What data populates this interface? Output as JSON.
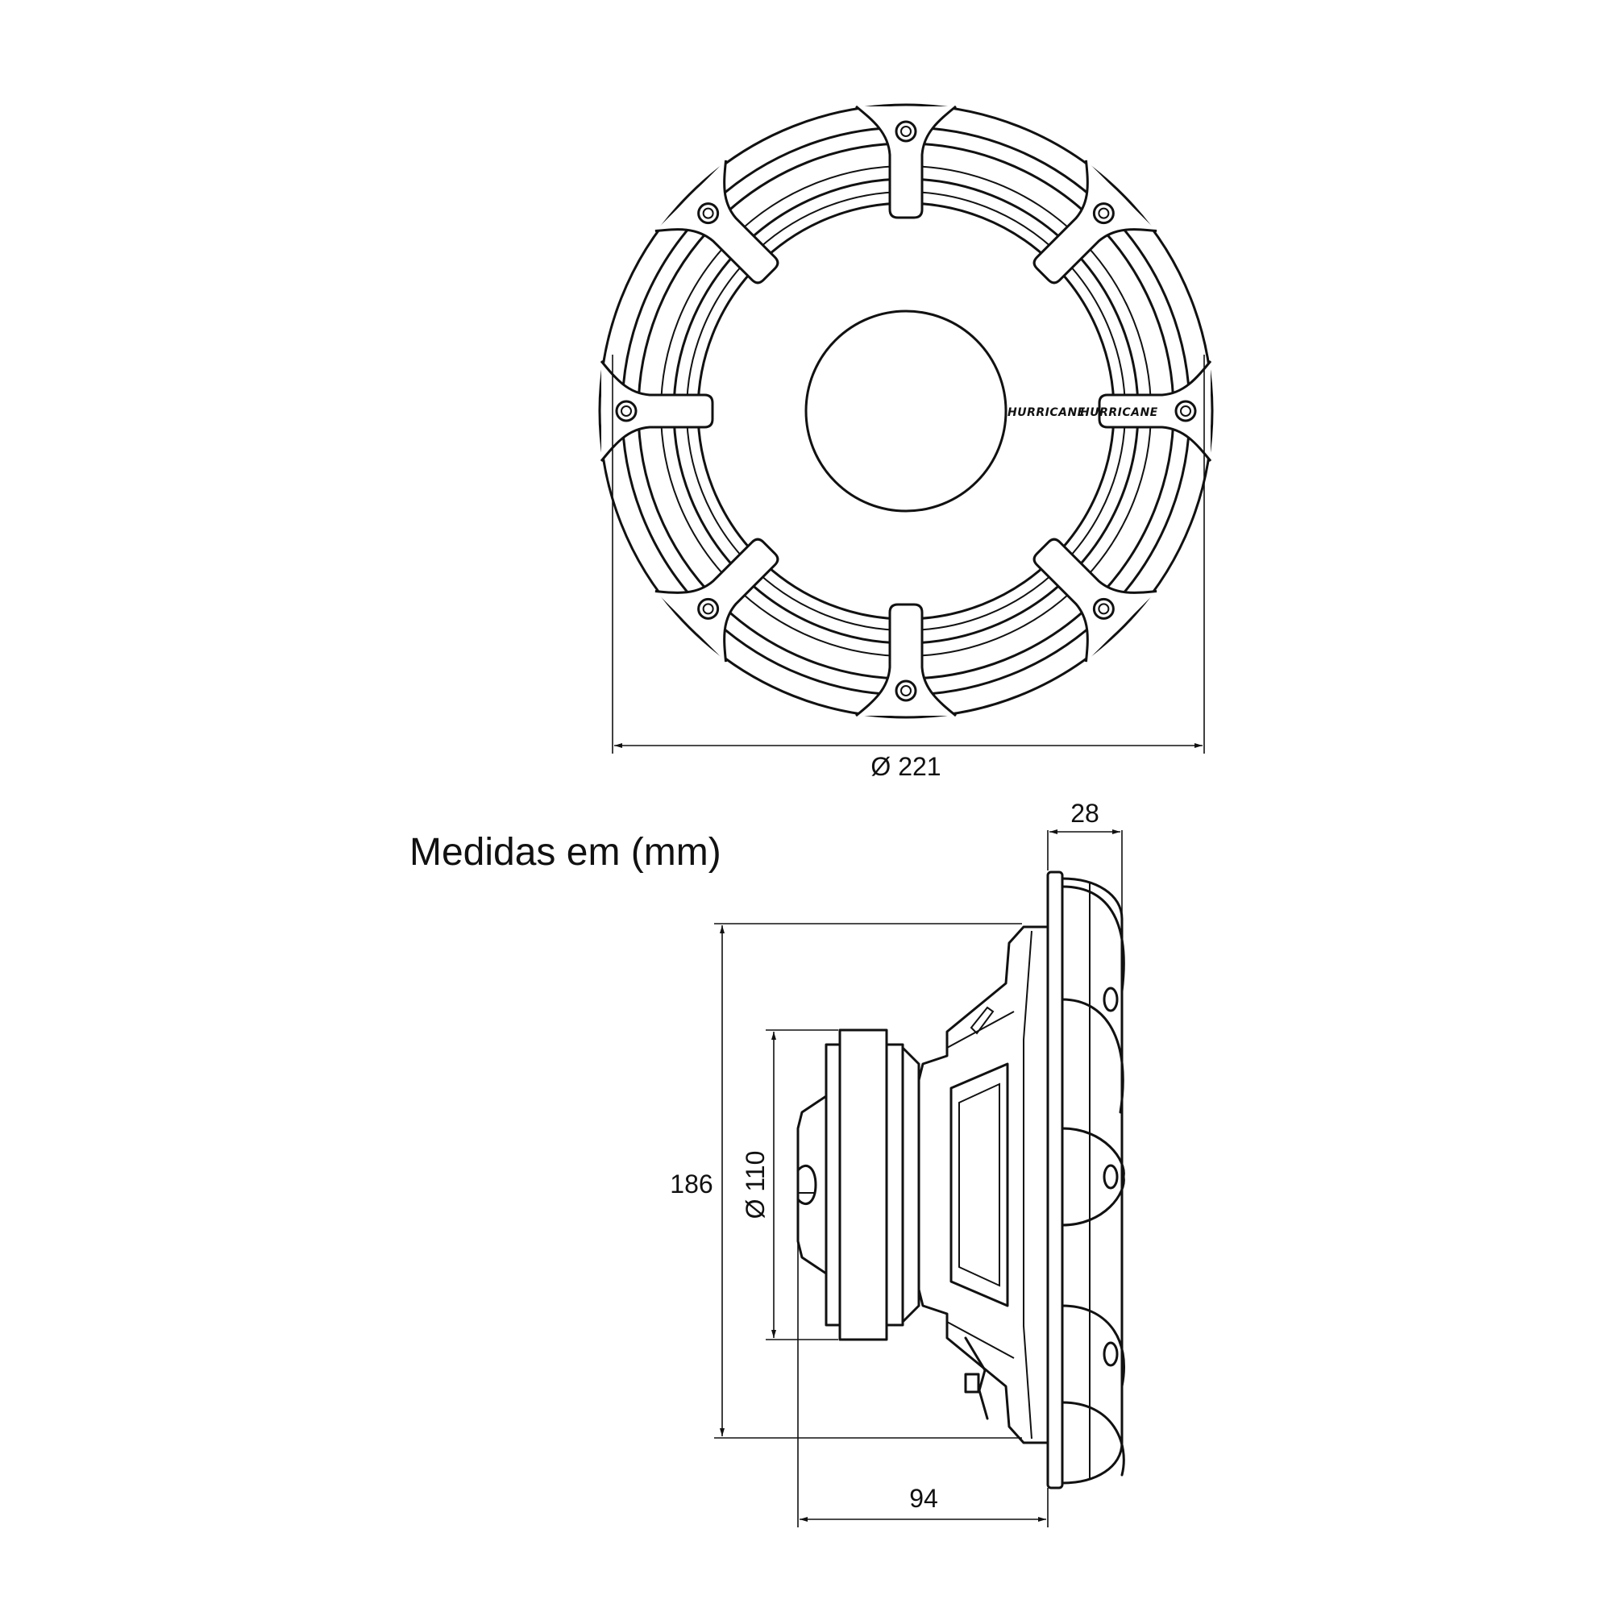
{
  "units_note": "Medidas em (mm)",
  "dimensions": {
    "outer_diameter": "Ø 221",
    "mounting_depth_flange": "28",
    "overall_height": "186",
    "magnet_diameter": "Ø 110",
    "total_depth": "94"
  },
  "brand_labels": [
    "HURRICANE",
    "HURRICANE"
  ]
}
